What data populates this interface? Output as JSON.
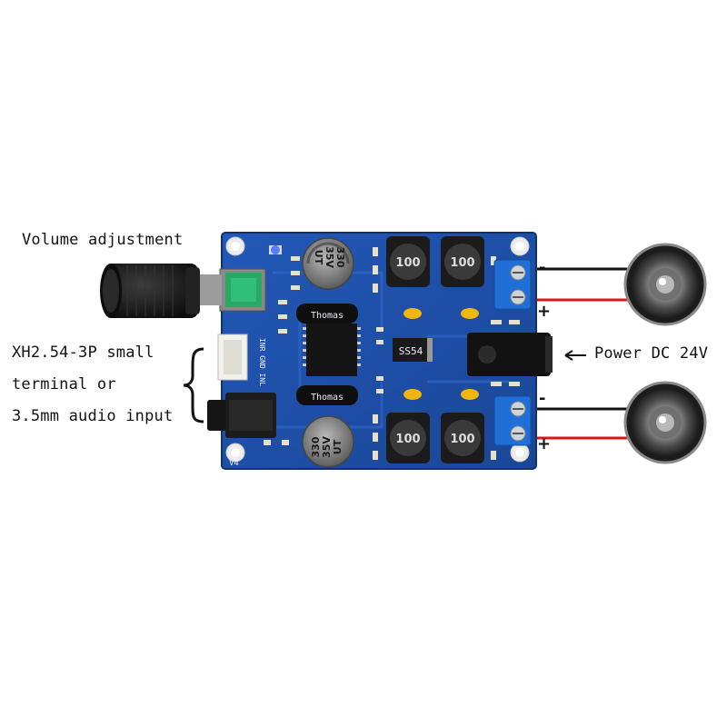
{
  "labels": {
    "volume": "Volume adjustment",
    "input_line1": "XH2.54-3P small",
    "input_line2": "terminal or",
    "input_line3": "3.5mm audio input",
    "power": "Power DC 24V"
  },
  "board": {
    "inductor_top_left": "100",
    "inductor_top_right": "100",
    "inductor_bottom_left": "100",
    "inductor_bottom_right": "100",
    "cap_top_line1": "330",
    "cap_top_line2": "35V",
    "cap_top_line3": "UT",
    "cap_bottom_line1": "330",
    "cap_bottom_line2": "35V",
    "cap_bottom_line3": "UT",
    "chip_mark": "SS54",
    "capsule_top": "Thomas",
    "capsule_bottom": "Thomas",
    "header_silk": "INR GND INL",
    "version": "V4",
    "plus_top": "+",
    "minus_top": "-",
    "plus_bottom": "+",
    "minus_bottom": "-"
  },
  "colors": {
    "pcb": "#1e4fa8",
    "pcb_dark": "#163c85",
    "wire_black": "#111111",
    "wire_red": "#d81818",
    "terminal": "#1f6fd6",
    "pot_green": "#2aa866",
    "knob": "#1a1a1a"
  },
  "icons": {
    "speaker_top": "speaker-icon",
    "speaker_bottom": "speaker-icon",
    "power_arrow": "left-arrow-icon",
    "brace": "curly-brace-icon"
  }
}
